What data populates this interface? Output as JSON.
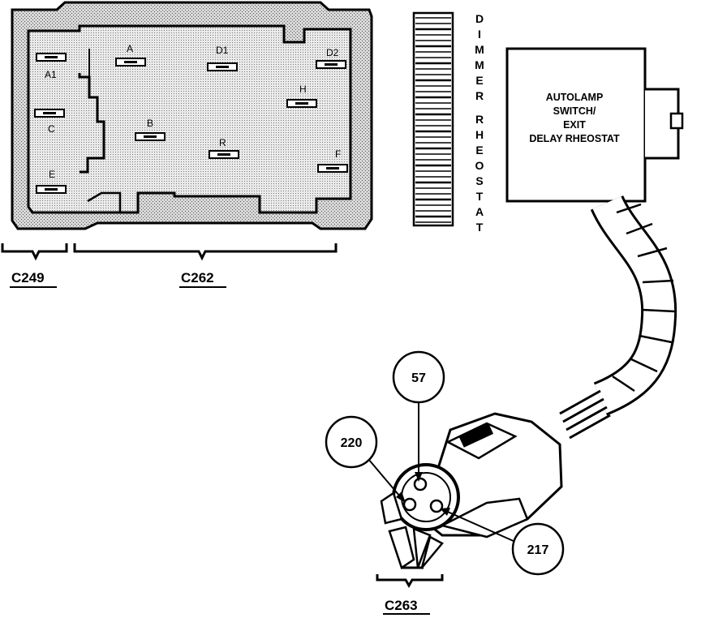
{
  "connectors": {
    "c249": "C249",
    "c262": "C262",
    "c263": "C263"
  },
  "terminals": {
    "a1": "A1",
    "a": "A",
    "d1": "D1",
    "d2": "D2",
    "h": "H",
    "c": "C",
    "b": "B",
    "r": "R",
    "e": "E",
    "f": "F"
  },
  "dimmer_rheostat": [
    "D",
    "I",
    "M",
    "M",
    "E",
    "R",
    "R",
    "H",
    "E",
    "O",
    "S",
    "T",
    "A",
    "T"
  ],
  "autolamp_box": [
    "AUTOLAMP",
    "SWITCH/",
    "EXIT",
    "DELAY RHEOSTAT"
  ],
  "wires": {
    "w57": "57",
    "w220": "220",
    "w217": "217"
  }
}
